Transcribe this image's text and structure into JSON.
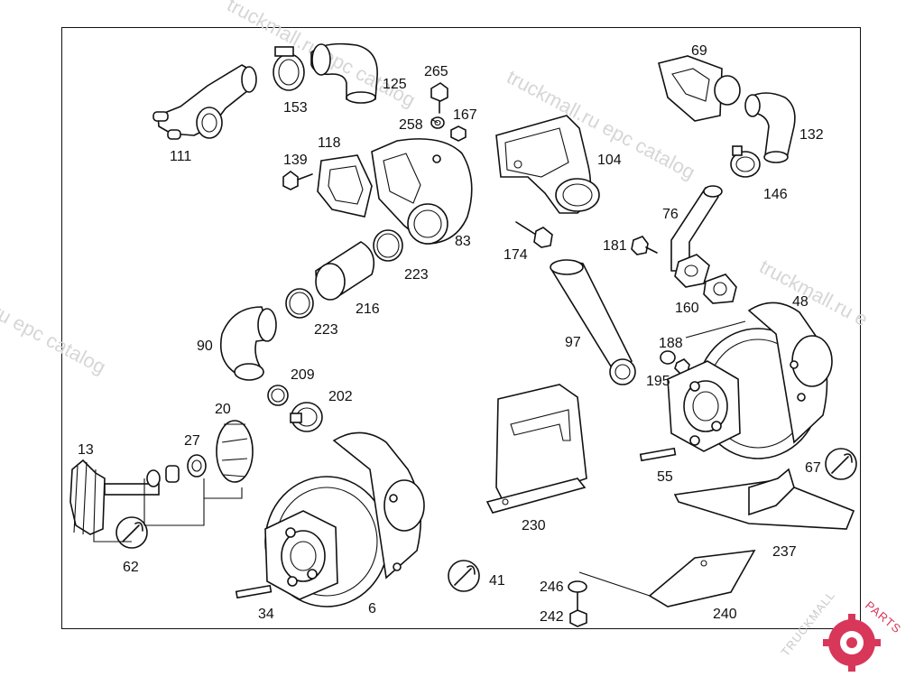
{
  "labels": [
    "111",
    "153",
    "125",
    "265",
    "258",
    "167",
    "69",
    "132",
    "146",
    "139",
    "118",
    "83",
    "104",
    "174",
    "76",
    "181",
    "223",
    "216",
    "223",
    "160",
    "48",
    "90",
    "209",
    "202",
    "97",
    "188",
    "195",
    "20",
    "27",
    "13",
    "62",
    "230",
    "55",
    "67",
    "6",
    "41",
    "34",
    "246",
    "242",
    "240",
    "237"
  ],
  "watermark": {
    "text1": "truckmall.ru epc catalog",
    "text2": "ru epc catalog",
    "text3": "truckmall.ru e",
    "text4": "truckmall.ru epc catalog"
  },
  "logo": {
    "text_a": "TRUCKMALL",
    "text_b": "PARTS",
    "color": "#d8375a"
  }
}
